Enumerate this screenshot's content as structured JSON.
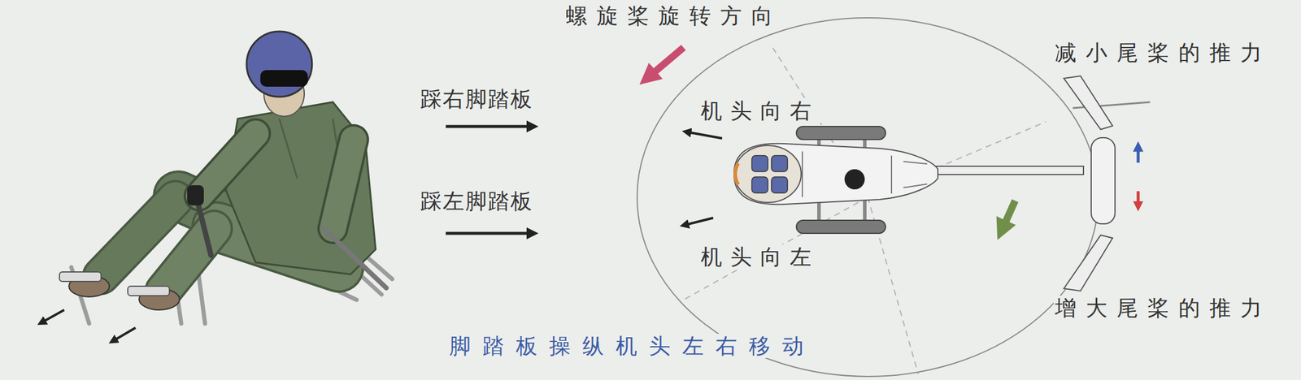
{
  "diagram": {
    "caption": "脚踏板操纵机头左右移动",
    "labels": [
      "螺旋桨旋转方向",
      "踩右脚踏板",
      "踩左脚踏板",
      "机头向右",
      "机头向左",
      "减小尾桨的推力",
      "增大尾桨的推力"
    ]
  }
}
